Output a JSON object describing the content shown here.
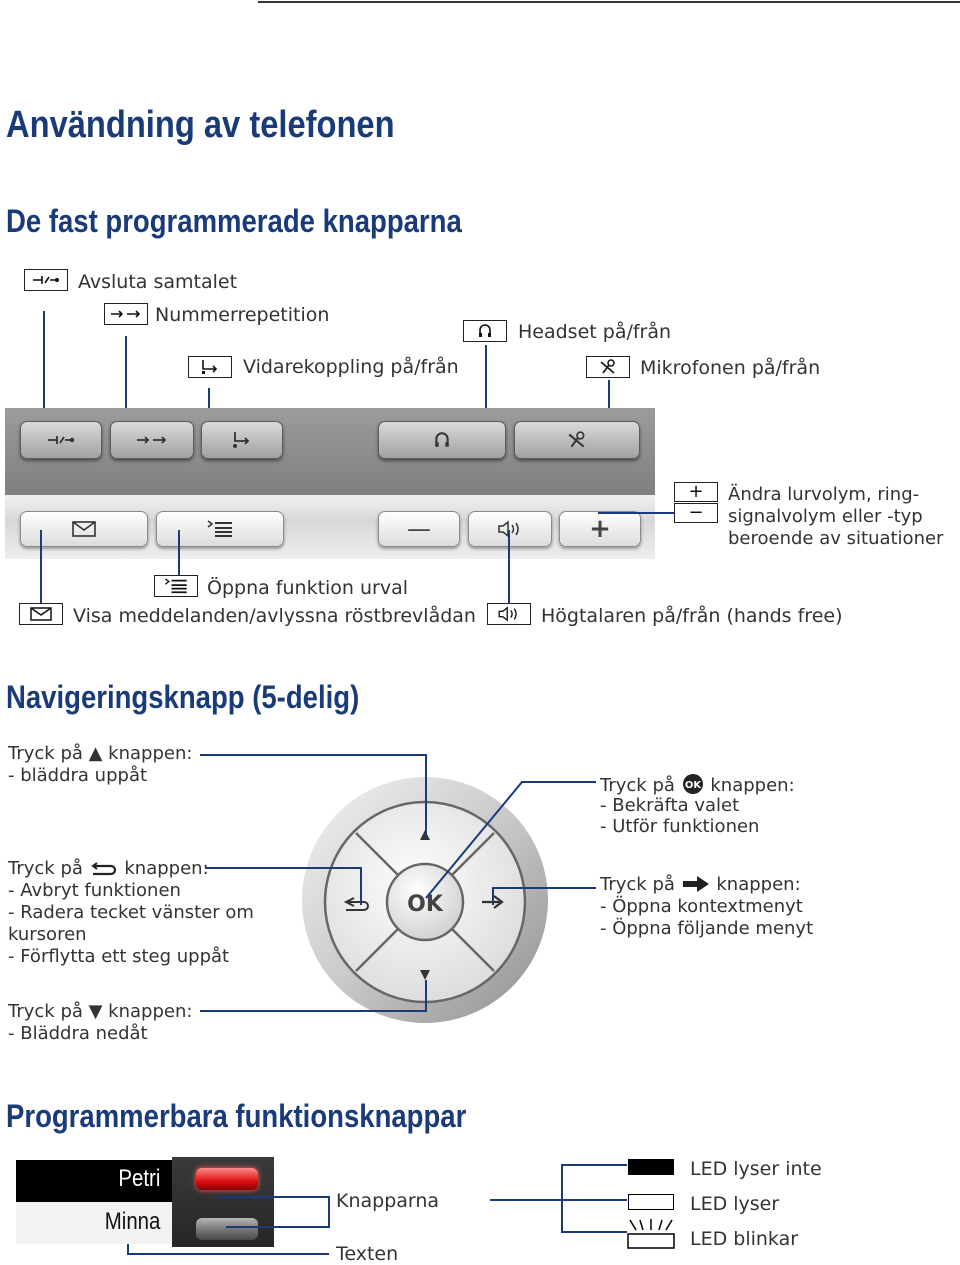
{
  "headings": {
    "title": "Användning av telefonen",
    "fixed_keys": "De fast programmerade knapparna",
    "nav_key": "Navigeringsknapp (5-delig)",
    "programmable": "Programmerbara funktionsknappar"
  },
  "fixed_keys": {
    "end_call": "Avsluta samtalet",
    "redial": "Nummerrepetition",
    "forwarding": "Vidarekoppling på/från",
    "headset": "Headset på/från",
    "mute": "Mikrofonen på/från",
    "volume_line1": "Ändra lurvolym, ring-",
    "volume_line2": "signalvolym eller -typ",
    "volume_line3": "beroende av situationer",
    "menu": "Öppna funktion urval",
    "messages": "Visa meddelanden/avlyssna röstbrevlådan",
    "speaker": "Högtalaren på/från (hands free)"
  },
  "icons": {
    "end_call": "end-call-icon",
    "redial": "redial-icon",
    "forwarding": "forwarding-icon",
    "headset": "headset-icon",
    "mute": "microphone-mute-icon",
    "plus": "+",
    "minus": "−",
    "menu": "menu-icon",
    "messages": "envelope-icon",
    "speaker": "speaker-icon"
  },
  "nav": {
    "up_title": "Tryck på ▲ knappen:",
    "up_line1": "- bläddra uppåt",
    "ok_title_pre": "Tryck på",
    "ok_title_post": "knappen:",
    "ok_line1": "- Bekräfta valet",
    "ok_line2": "- Utför funktionen",
    "back_title_pre": "Tryck på",
    "back_title_post": "knappen:",
    "back_line1": "- Avbryt funktionen",
    "back_line2": "- Radera tecket vänster om",
    "back_line3": "kursoren",
    "back_line4": "- Förflytta ett steg uppåt",
    "right_title_pre": "Tryck på",
    "right_title_post": "knappen:",
    "right_line1": "- Öppna kontextmenyt",
    "right_line2": "- Öppna följande menyt",
    "down_title": "Tryck på ▼ knappen:",
    "down_line1": "- Bläddra nedåt",
    "ok_label": "OK"
  },
  "programmable": {
    "key1_text": "Petri",
    "key2_text": "Minna",
    "keys_label": "Knapparna",
    "text_label": "Texten",
    "led_off": "LED lyser inte",
    "led_on": "LED lyser",
    "led_blink": "LED blinkar"
  },
  "colors": {
    "heading": "#1a3b7a",
    "callout_line": "#1a3b7a",
    "led_red": "#e8454f"
  }
}
